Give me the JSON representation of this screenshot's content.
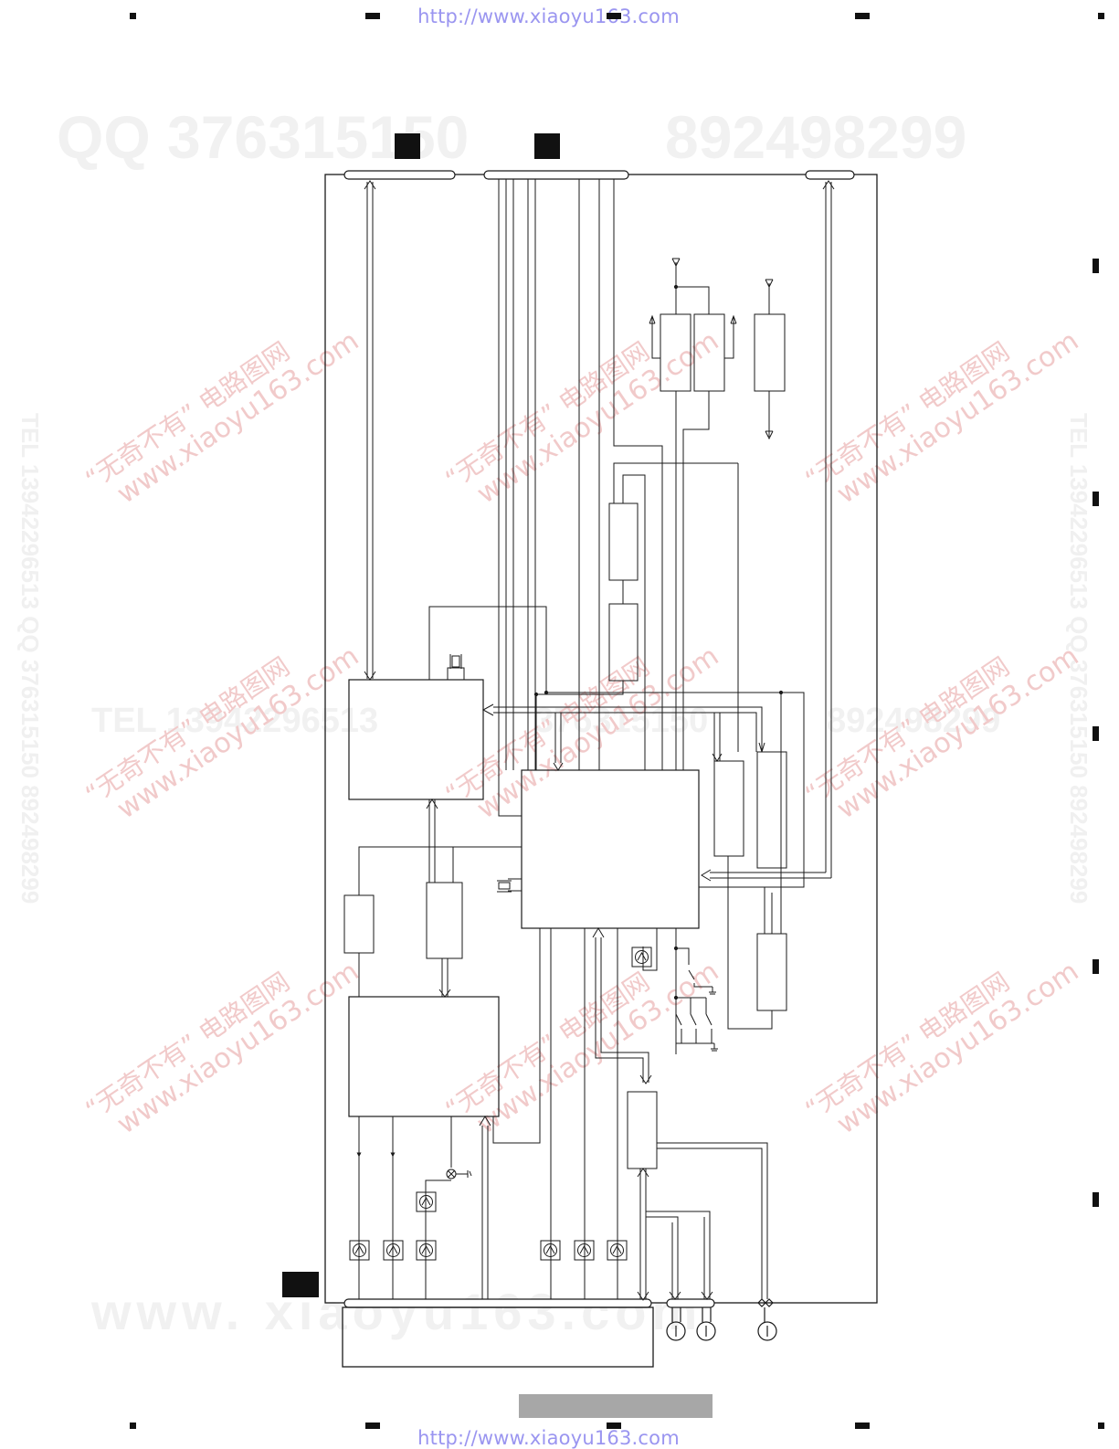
{
  "header": {
    "url_top": "http://www.xiaoyu163.com"
  },
  "footer": {
    "url_bottom": "http://www.xiaoyu163.com"
  },
  "watermarks": {
    "qq_line": "QQ 376315150",
    "qq_line2": "892498299",
    "tel_line": "TEL 13942296513",
    "mid_line": "376315150",
    "mid_line2": "892498299",
    "bottom_line": "www. xiaoyu163.com",
    "diag_line1": "“无奇不有” 电路图网",
    "diag_line2": "www.xiaoyu163.com",
    "vertical_left": "TEL 13942296513   QQ 376315150   892498299",
    "vertical_right": "TEL 13942296513   QQ 376315150   892498299"
  },
  "colors": {
    "line": "#1a1a1a",
    "url": "#9a95f0",
    "watermark_red": "#f1caca",
    "watermark_gray": "#f1f1f1",
    "gray_bar": "#a7a7a7"
  }
}
